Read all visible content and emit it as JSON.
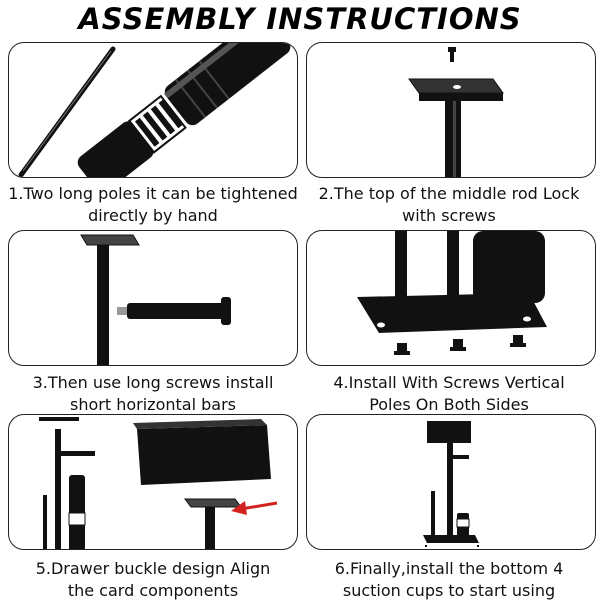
{
  "header": {
    "title": "ASSEMBLY INSTRUCTIONS"
  },
  "steps": [
    {
      "line1": "1.Two long poles it can be tightened",
      "line2": "directly by hand"
    },
    {
      "line1": "2.The top of the middle rod Lock",
      "line2": "with screws"
    },
    {
      "line1": "3.Then use long screws install",
      "line2": "short horizontal bars"
    },
    {
      "line1": "4.Install With Screws Vertical",
      "line2": "Poles On Both Sides"
    },
    {
      "line1": "5.Drawer buckle design Align",
      "line2": "the card components"
    },
    {
      "line1": "6.Finally,install the bottom 4",
      "line2": "suction cups to start using"
    }
  ],
  "colors": {
    "ink": "#111111",
    "arrow": "#d4231f",
    "border": "#222222"
  }
}
